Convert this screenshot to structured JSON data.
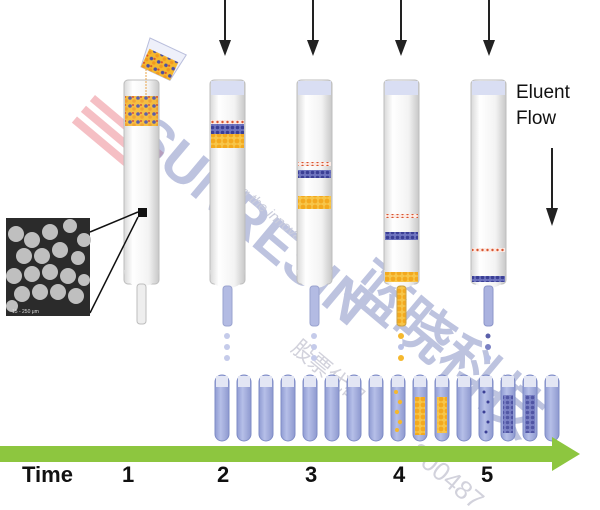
{
  "diagram": {
    "type": "column-chromatography-process",
    "eluent_label_line1": "Eluent",
    "eluent_label_line2": "Flow",
    "axis": {
      "label": "Time",
      "steps": [
        "1",
        "2",
        "3",
        "4",
        "5"
      ],
      "arrow_color": "#8dc63f"
    },
    "inset": {
      "description": "micrograph of resin beads",
      "scale_label": "15 - 250 μm"
    },
    "columns": [
      {
        "step": "1",
        "state": "sample loaded at top, beaker pouring mixture"
      },
      {
        "step": "2",
        "state": "three bands near top: red, blue, yellow"
      },
      {
        "step": "3",
        "state": "bands separating: red, blue higher; yellow lower"
      },
      {
        "step": "4",
        "state": "yellow eluting out bottom; red and blue mid-column"
      },
      {
        "step": "5",
        "state": "blue eluting out bottom; red lower-middle"
      }
    ],
    "collection_tubes": {
      "count": 16,
      "contents": [
        "empty",
        "empty",
        "empty",
        "empty",
        "empty",
        "empty",
        "empty",
        "empty",
        "yellow-few",
        "yellow",
        "yellow",
        "empty",
        "blue-few",
        "blue",
        "blue",
        "empty"
      ]
    },
    "colors": {
      "yellow_band": "#f5b82e",
      "blue_band": "#4b4fa3",
      "red_band": "#d9542e",
      "eluent": "#b9c1e6",
      "tube_liquid": "#a9b3e0",
      "green_arrow": "#8dc63f"
    },
    "watermark": {
      "brand": "SUNRESIN",
      "tagline": "Driving the innovation",
      "chinese": "蓝晓科技",
      "code": "300487",
      "sub": "股票代码"
    }
  }
}
